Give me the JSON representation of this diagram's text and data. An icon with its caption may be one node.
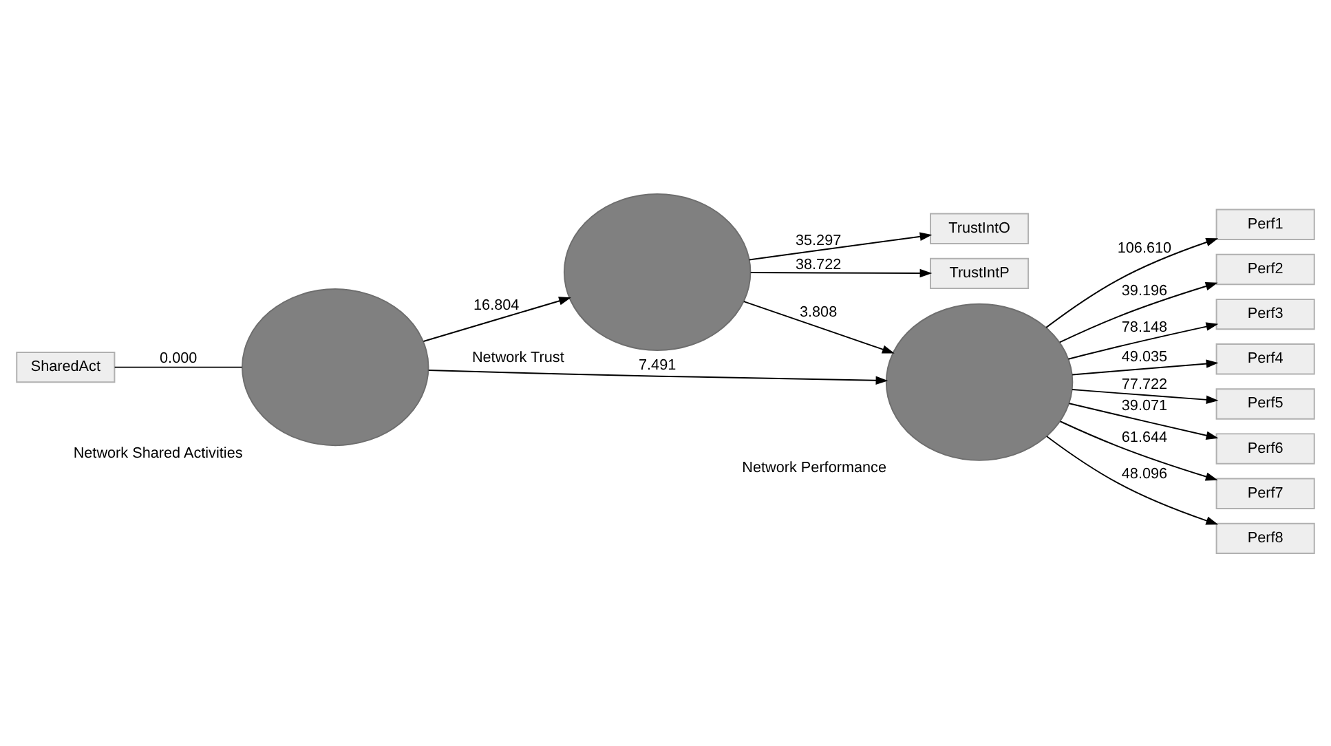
{
  "diagram": {
    "nodes": [
      {
        "text": [
          "TrustIntO"
        ]
      },
      {
        "text": [
          "TrustIntP"
        ]
      },
      {
        "text": [
          "Network Trust"
        ]
      },
      {
        "text": [
          "SharedAct"
        ]
      },
      {
        "text": [
          "Network Shared Activities"
        ]
      },
      {
        "text": [
          "Network Performance"
        ]
      },
      {
        "text": [
          "Perf1"
        ]
      },
      {
        "text": [
          "Perf2"
        ]
      },
      {
        "text": [
          "Perf3"
        ]
      },
      {
        "text": [
          "Perf4"
        ]
      },
      {
        "text": [
          "Perf5"
        ]
      },
      {
        "text": [
          "Perf6"
        ]
      },
      {
        "text": [
          "Perf7"
        ]
      },
      {
        "text": [
          "Perf8"
        ]
      }
    ],
    "edges": [
      {
        "from": 2,
        "to": 0,
        "arrow": "to",
        "label": "35.297"
      },
      {
        "from": 2,
        "to": 1,
        "arrow": "to",
        "label": "38.722"
      },
      {
        "from": 4,
        "to": 2,
        "arrow": "to",
        "label": "16.804"
      },
      {
        "from": 2,
        "to": 5,
        "arrow": "to",
        "label": "3.808"
      },
      {
        "from": 3,
        "to": 4,
        "arrow": "none",
        "label": "0.000"
      },
      {
        "from": 4,
        "to": 5,
        "arrow": "to",
        "label": "7.491"
      },
      {
        "from": 5,
        "to": 6,
        "arrow": "to",
        "label": "106.610"
      },
      {
        "from": 5,
        "to": 7,
        "arrow": "to",
        "label": "39.196"
      },
      {
        "from": 5,
        "to": 8,
        "arrow": "to",
        "label": "78.148"
      },
      {
        "from": 5,
        "to": 9,
        "arrow": "to",
        "label": "49.035"
      },
      {
        "from": 5,
        "to": 10,
        "arrow": "to",
        "label": "77.722"
      },
      {
        "from": 5,
        "to": 11,
        "arrow": "to",
        "label": "39.071"
      },
      {
        "from": 5,
        "to": 12,
        "arrow": "to",
        "label": "61.644"
      },
      {
        "from": 5,
        "to": 13,
        "arrow": "to",
        "label": "48.096"
      }
    ]
  }
}
